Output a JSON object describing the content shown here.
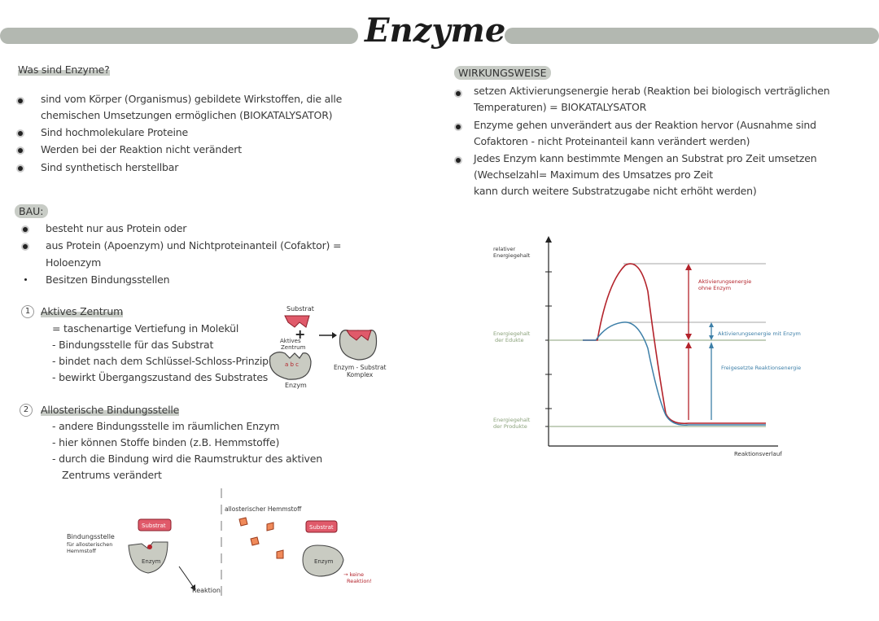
{
  "title": "Enzyme",
  "left": {
    "question": "Was sind Enzyme?",
    "intro": [
      "sind vom Körper (Organismus) gebildete Wirkstoffen, die alle",
      "chemischen Umsetzungen ermöglichen (BIOKATALYSATOR)",
      "Sind hochmolekulare Proteine",
      "Werden bei der Reaktion nicht verändert",
      "Sind synthetisch herstellbar"
    ],
    "bau_label": "BAU:",
    "bau": [
      "besteht nur aus Protein oder",
      "aus Protein (Apoenzym) und Nichtproteinanteil (Cofaktor) =",
      "Holoenzym",
      "Besitzen Bindungsstellen"
    ],
    "aktiv": {
      "num": "1",
      "heading": "Aktives Zentrum",
      "lines": [
        "= taschenartige Vertiefung in Molekül",
        "- Bindungsstelle für das Substrat",
        "- bindet nach dem Schlüssel-Schloss-Prinzip",
        "- bewirkt Übergangszustand des Substrates"
      ],
      "diagram": {
        "substrat": "Substrat",
        "aktives": "Aktives",
        "zentrum": "Zentrum",
        "abc": "a b c",
        "enzym": "Enzym",
        "komplex1": "Enzym - Substrat",
        "komplex2": "Komplex"
      }
    },
    "allo": {
      "num": "2",
      "heading": "Allosterische Bindungsstelle",
      "lines": [
        "- andere Bindungsstelle im räumlichen Enzym",
        "- hier können Stoffe binden (z.B. Hemmstoffe)",
        "- durch die Bindung wird die Raumstruktur des aktiven",
        "Zentrums verändert"
      ],
      "diagram": {
        "substrat": "Substrat",
        "bind1": "Bindungsstelle",
        "bind2": "für allosterischen",
        "bind3": "Hemmstoff",
        "enzym": "Enzym",
        "reaktion": "Reaktion",
        "hemmstoff": "allosterischer Hemmstoff",
        "substrat2": "Substrat",
        "enzym2": "Enzym",
        "keine1": "→ keine",
        "keine2": "Reaktion!"
      }
    }
  },
  "right": {
    "label": "WIRKUNGSWEISE",
    "lines": [
      "setzen Aktivierungsenergie herab (Reaktion bei biologisch verträglichen",
      "Temperaturen) = BIOKATALYSATOR",
      "Enzyme gehen unverändert aus der Reaktion hervor (Ausnahme sind",
      "Cofaktoren - nicht Proteinanteil kann verändert werden)",
      "Jedes Enzym kann bestimmte Mengen an Substrat pro Zeit umsetzen",
      "(Wechselzahl= Maximum des Umsatzes pro Zeit",
      "kann durch weitere Substratzugabe nicht erhöht werden)"
    ]
  },
  "chart_data": {
    "type": "line",
    "ylabel": "relativer Energiegehalt",
    "xlabel": "Reaktionsverlauf",
    "y_markers": [
      "Energiegehalt der Edukte",
      "Energiegehalt der Produkte"
    ],
    "annotations": [
      "Aktivierungsenergie ohne Enzym",
      "Aktivierungsenergie mit Enzym",
      "Freigesetzte Reaktionsenergie"
    ],
    "series": [
      {
        "name": "ohne Enzym",
        "color": "#b3232b"
      },
      {
        "name": "mit Enzym",
        "color": "#3d7fa8"
      }
    ]
  },
  "colors": {
    "accent_red": "#b3232b",
    "accent_pink": "#e05a6a",
    "blue": "#3d7fa8",
    "enzyme_grey": "#c9cbc2",
    "highlight": "#c8ccc6"
  }
}
